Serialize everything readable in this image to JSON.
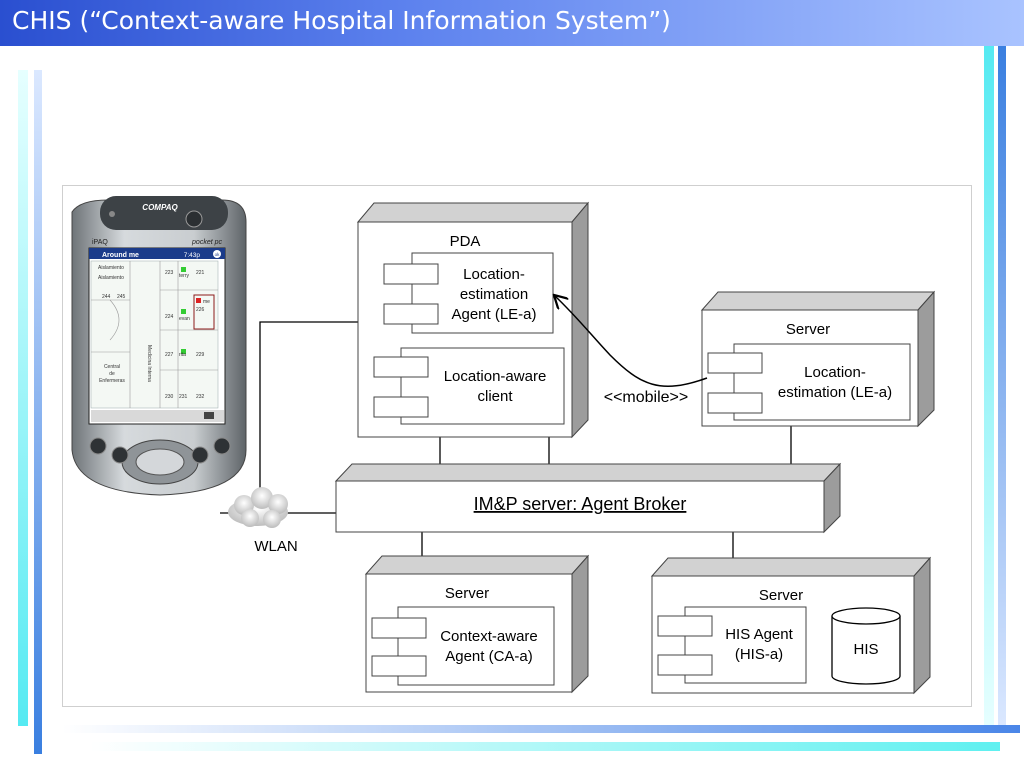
{
  "slide": {
    "title": "CHIS (“Context-aware Hospital Information System”)",
    "colors": {
      "title_bar_start": "#2a4fd0",
      "title_bar_end": "#a9c3ff",
      "accent_cyan": "#5ff0f0",
      "accent_blue": "#4a86e8"
    }
  },
  "diagram": {
    "pda_node": {
      "title": "PDA",
      "le_agent": "Location-\nestimation\nAgent (LE-a)",
      "client": "Location-aware\nclient"
    },
    "server_le": {
      "title": "Server",
      "component": "Location-\nestimation (LE-a)"
    },
    "mobile_label": "<<mobile>>",
    "broker": "IM&P server: Agent Broker",
    "wlan": "WLAN",
    "server_ca": {
      "title": "Server",
      "component": "Context-aware\nAgent (CA-a)"
    },
    "server_his": {
      "title": "Server",
      "component": "HIS Agent\n(HIS-a)",
      "db": "HIS"
    },
    "device": {
      "brand": "COMPAQ",
      "model": "iPAQ",
      "os": "pocket pc",
      "app_title": "Around me",
      "time": "7:43p",
      "ok": "ok",
      "map_labels": {
        "r1": "Aislamiento",
        "r2": "Aislamiento",
        "r244": "244",
        "r245": "245",
        "r223": "223",
        "terry": "terry",
        "r221": "221",
        "r224": "224",
        "evan": "evan",
        "me": "me",
        "r226": "226",
        "r227": "227",
        "rita": "rita",
        "r229": "229",
        "central": "Central\nde\nEnfermeras",
        "medicina": "Medicina Interna",
        "r230": "230",
        "r231": "231",
        "r232": "232"
      }
    }
  }
}
